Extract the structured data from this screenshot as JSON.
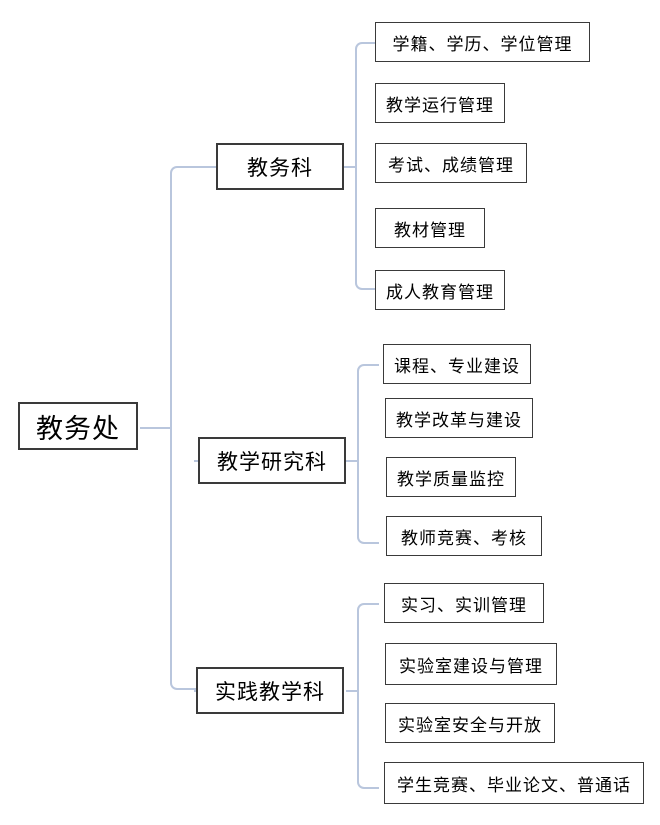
{
  "diagram": {
    "type": "organizational-tree",
    "title_node": "教务处",
    "connector_color": "#b9c6dd",
    "box_border_color": "#3a3a3a",
    "background": "#ffffff",
    "root": {
      "label": "教务处"
    },
    "branches": [
      {
        "label": "教务科",
        "children": [
          {
            "label": "学籍、学历、学位管理"
          },
          {
            "label": "教学运行管理"
          },
          {
            "label": "考试、成绩管理"
          },
          {
            "label": "教材管理"
          },
          {
            "label": "成人教育管理"
          }
        ]
      },
      {
        "label": "教学研究科",
        "children": [
          {
            "label": "课程、专业建设"
          },
          {
            "label": "教学改革与建设"
          },
          {
            "label": "教学质量监控"
          },
          {
            "label": "教师竞赛、考核"
          }
        ]
      },
      {
        "label": "实践教学科",
        "children": [
          {
            "label": "实习、实训管理"
          },
          {
            "label": "实验室建设与管理"
          },
          {
            "label": "实验室安全与开放"
          },
          {
            "label": "学生竞赛、毕业论文、普通话"
          }
        ]
      }
    ]
  }
}
